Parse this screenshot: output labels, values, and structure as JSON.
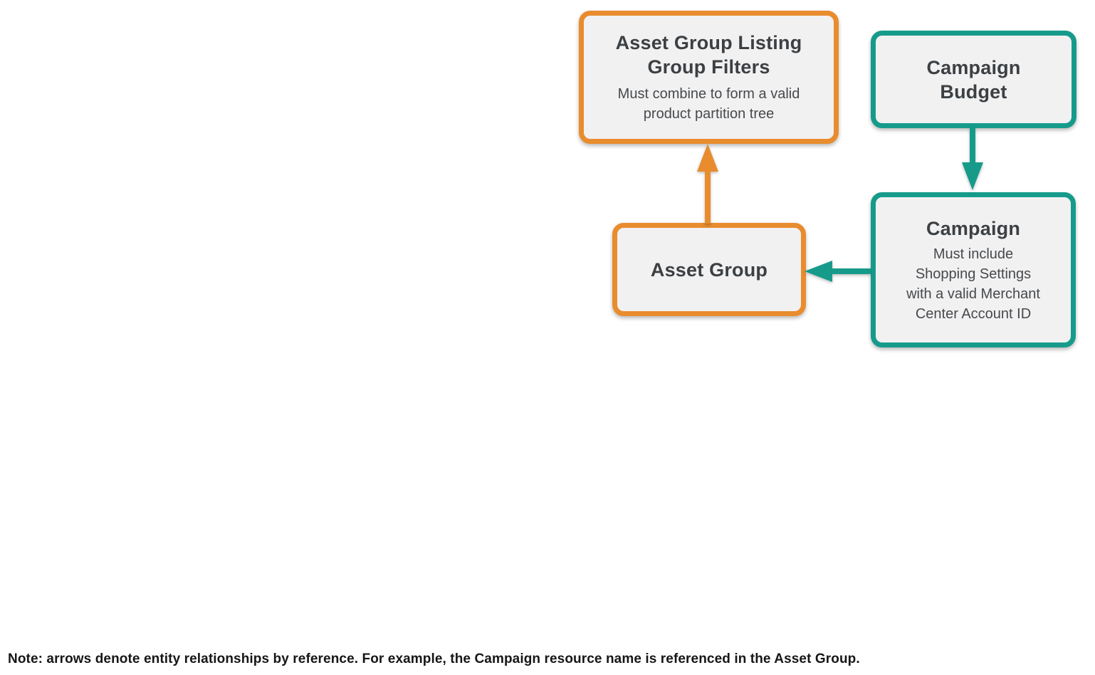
{
  "colors": {
    "orange": "#E88C2E",
    "teal": "#169B8B",
    "box_fill": "#F1F1F2",
    "title_text": "#3C4043",
    "subtitle_text": "#47494C",
    "note_text": "#161616"
  },
  "diagram": {
    "nodes": {
      "listing_group_filters": {
        "title": "Asset Group Listing Group Filters",
        "subtitle": "Must combine to form a valid product partition tree"
      },
      "campaign_budget": {
        "title": "Campaign Budget"
      },
      "asset_group": {
        "title": "Asset Group"
      },
      "campaign": {
        "title": "Campaign",
        "subtitle": "Must include Shopping Settings with a valid Merchant Center Account ID"
      }
    },
    "edges": [
      {
        "from": "Asset Group",
        "to": "Asset Group Listing Group Filters",
        "color": "orange"
      },
      {
        "from": "Campaign Budget",
        "to": "Campaign",
        "color": "teal"
      },
      {
        "from": "Campaign",
        "to": "Asset Group",
        "color": "teal"
      }
    ]
  },
  "note": "Note: arrows denote entity relationships by reference. For example, the Campaign resource name is referenced in the Asset Group."
}
